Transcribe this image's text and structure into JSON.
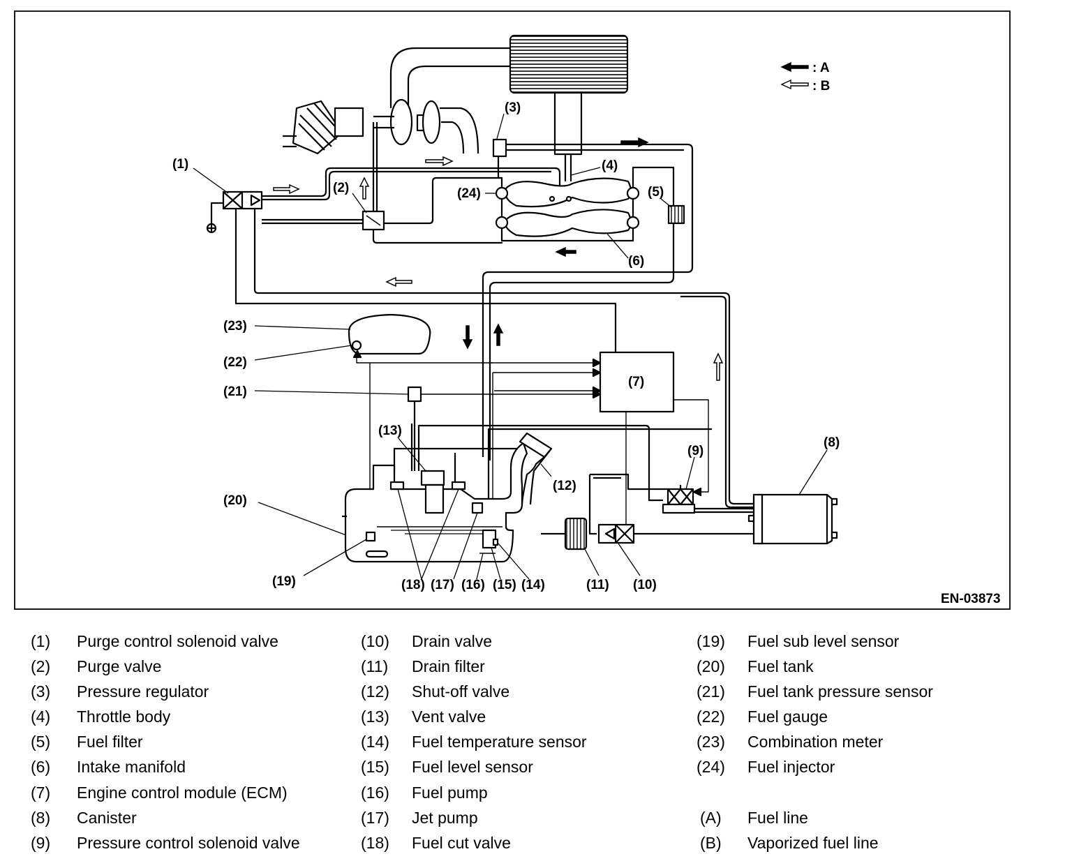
{
  "diagram": {
    "figure_id": "EN-03873",
    "flow_legend": [
      {
        "key": "A",
        "text": ": A",
        "style": "solid-arrow"
      },
      {
        "key": "B",
        "text": ": B",
        "style": "hollow-arrow"
      }
    ],
    "callouts": [
      "(1)",
      "(2)",
      "(3)",
      "(4)",
      "(5)",
      "(6)",
      "(7)",
      "(8)",
      "(9)",
      "(10)",
      "(11)",
      "(12)",
      "(13)",
      "(14)",
      "(15)",
      "(16)",
      "(17)",
      "(18)",
      "(19)",
      "(20)",
      "(21)",
      "(22)",
      "(23)",
      "(24)"
    ]
  },
  "legend": {
    "columns": [
      [
        {
          "num": "(1)",
          "label": "Purge control solenoid valve"
        },
        {
          "num": "(2)",
          "label": "Purge valve"
        },
        {
          "num": "(3)",
          "label": "Pressure regulator"
        },
        {
          "num": "(4)",
          "label": "Throttle body"
        },
        {
          "num": "(5)",
          "label": "Fuel filter"
        },
        {
          "num": "(6)",
          "label": "Intake manifold"
        },
        {
          "num": "(7)",
          "label": "Engine control module (ECM)"
        },
        {
          "num": "(8)",
          "label": "Canister"
        },
        {
          "num": "(9)",
          "label": "Pressure control solenoid valve"
        }
      ],
      [
        {
          "num": "(10)",
          "label": "Drain valve"
        },
        {
          "num": "(11)",
          "label": "Drain filter"
        },
        {
          "num": "(12)",
          "label": "Shut-off valve"
        },
        {
          "num": "(13)",
          "label": "Vent valve"
        },
        {
          "num": "(14)",
          "label": "Fuel temperature sensor"
        },
        {
          "num": "(15)",
          "label": "Fuel level sensor"
        },
        {
          "num": "(16)",
          "label": "Fuel pump"
        },
        {
          "num": "(17)",
          "label": "Jet pump"
        },
        {
          "num": "(18)",
          "label": "Fuel cut valve"
        }
      ],
      [
        {
          "num": "(19)",
          "label": "Fuel sub level sensor"
        },
        {
          "num": "(20)",
          "label": "Fuel tank"
        },
        {
          "num": "(21)",
          "label": "Fuel tank pressure sensor"
        },
        {
          "num": "(22)",
          "label": "Fuel gauge"
        },
        {
          "num": "(23)",
          "label": "Combination meter"
        },
        {
          "num": "(24)",
          "label": "Fuel injector"
        },
        {
          "num": "",
          "label": ""
        },
        {
          "num": "(A)",
          "label": "Fuel line"
        },
        {
          "num": "(B)",
          "label": "Vaporized fuel line"
        }
      ]
    ]
  }
}
